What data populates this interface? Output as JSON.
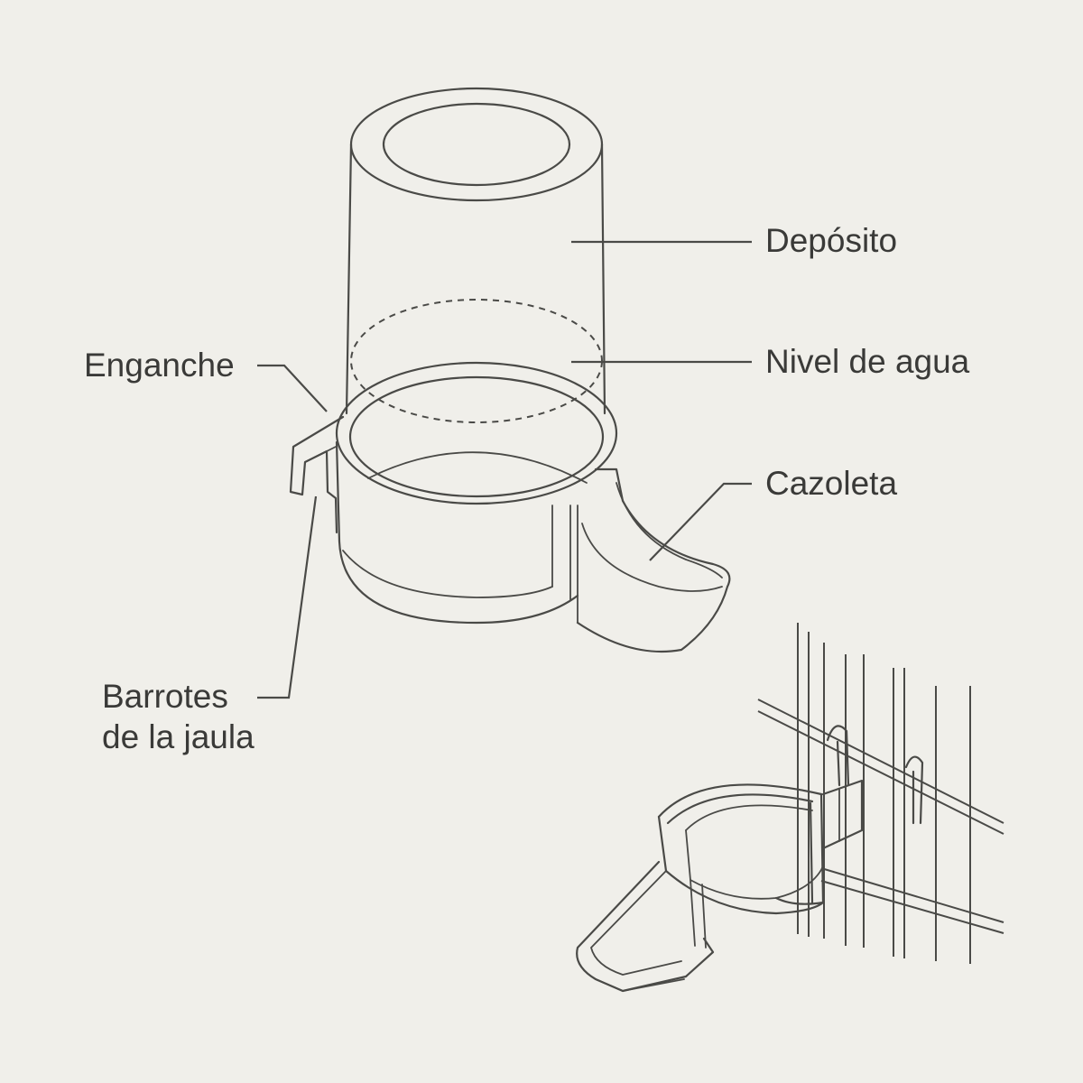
{
  "labels": {
    "reservoir": "Depósito",
    "water_level": "Nivel de agua",
    "hook": "Enganche",
    "bowl": "Cazoleta",
    "bars_line1": "Barrotes",
    "bars_line2": "de la jaula"
  },
  "colors": {
    "background": "#f0efea",
    "line": "#4a4a47",
    "text": "#3a3a38"
  }
}
